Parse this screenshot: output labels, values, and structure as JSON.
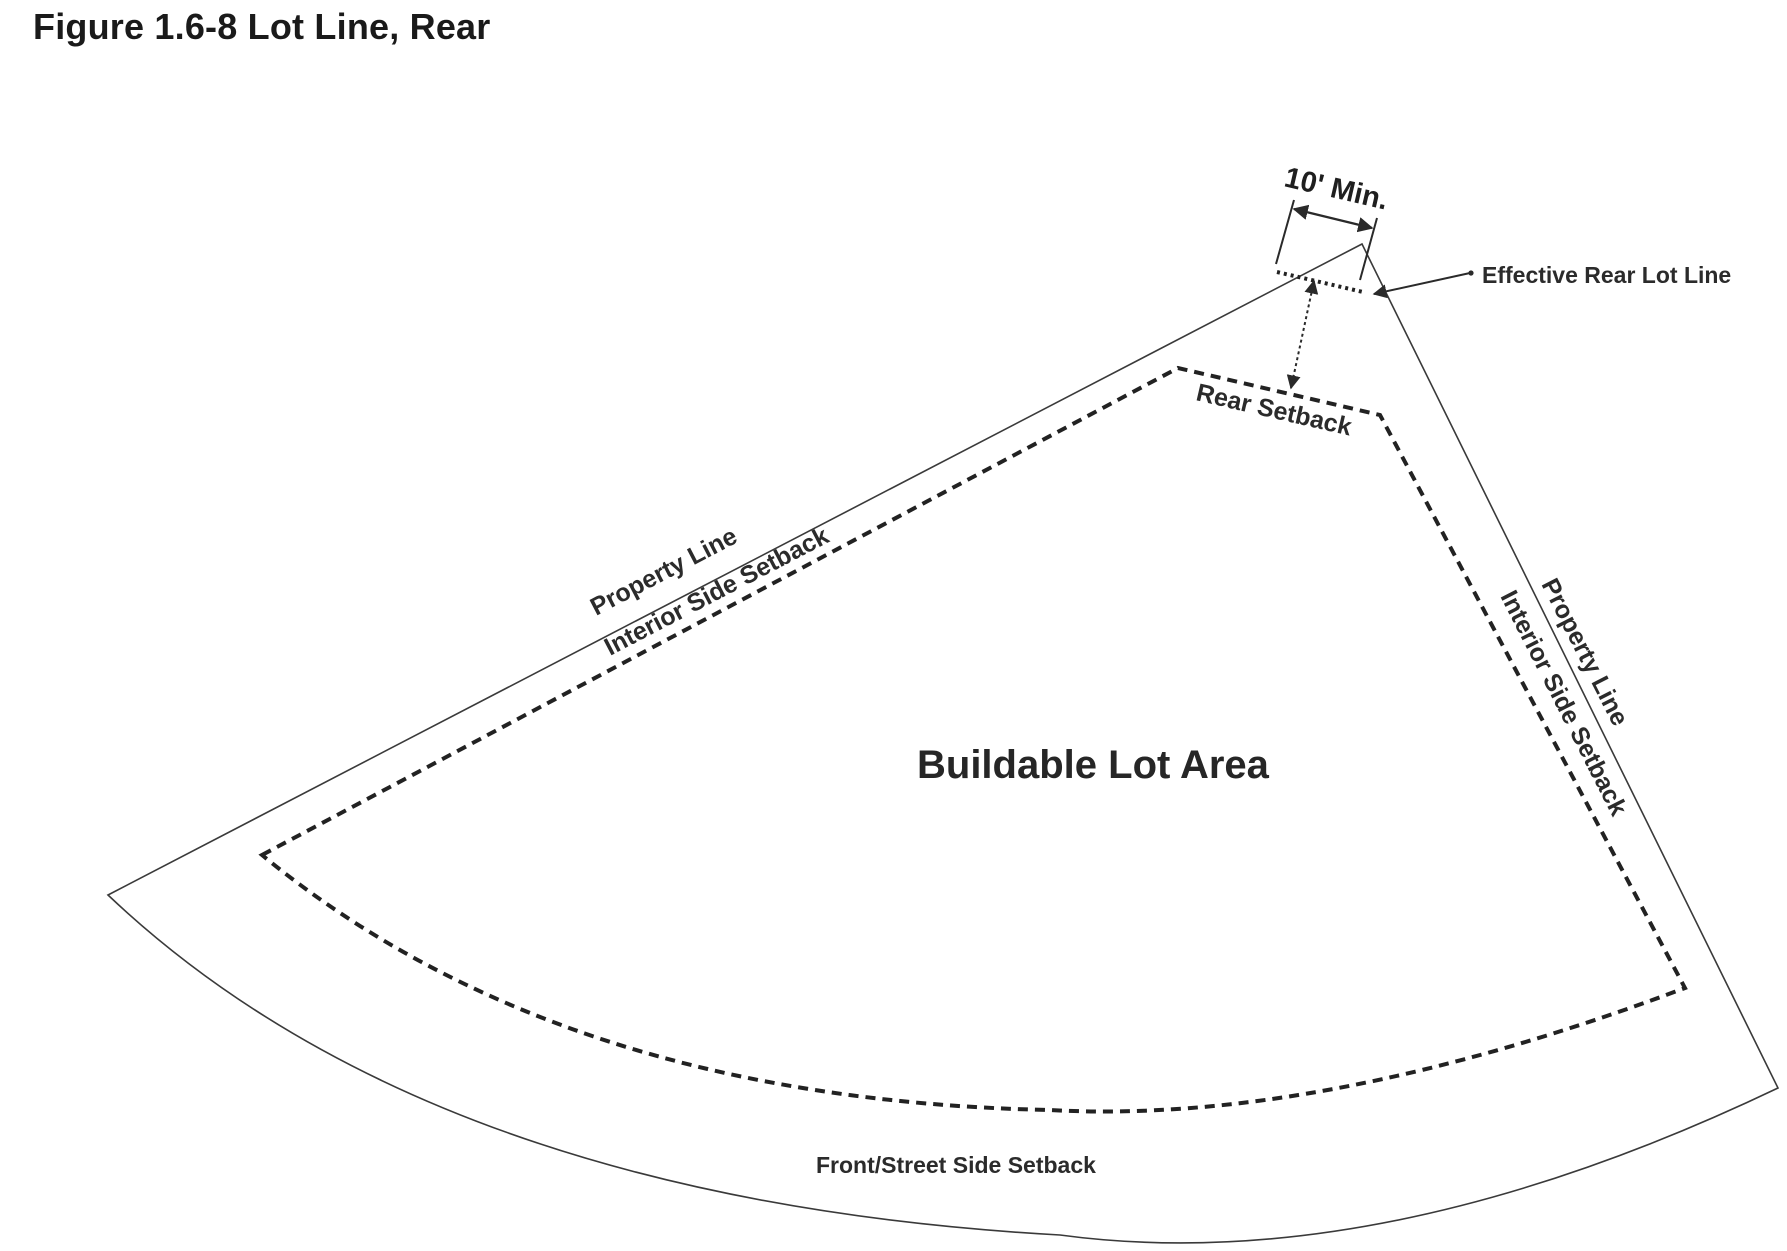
{
  "figure": {
    "title": "Figure 1.6-8 Lot Line, Rear"
  },
  "labels": {
    "dimension": "10' Min.",
    "effective_rear_lot_line": "Effective Rear Lot Line",
    "rear_setback": "Rear Setback",
    "property_line_left": "Property Line",
    "interior_side_setback_left": "Interior Side Setback",
    "property_line_right": "Property Line",
    "interior_side_setback_right": "Interior Side Setback",
    "buildable_lot_area": "Buildable Lot Area",
    "front_street_side_setback": "Front/Street Side Setback"
  },
  "colors": {
    "line": "#3a3a3a",
    "text": "#2b2b2b"
  }
}
